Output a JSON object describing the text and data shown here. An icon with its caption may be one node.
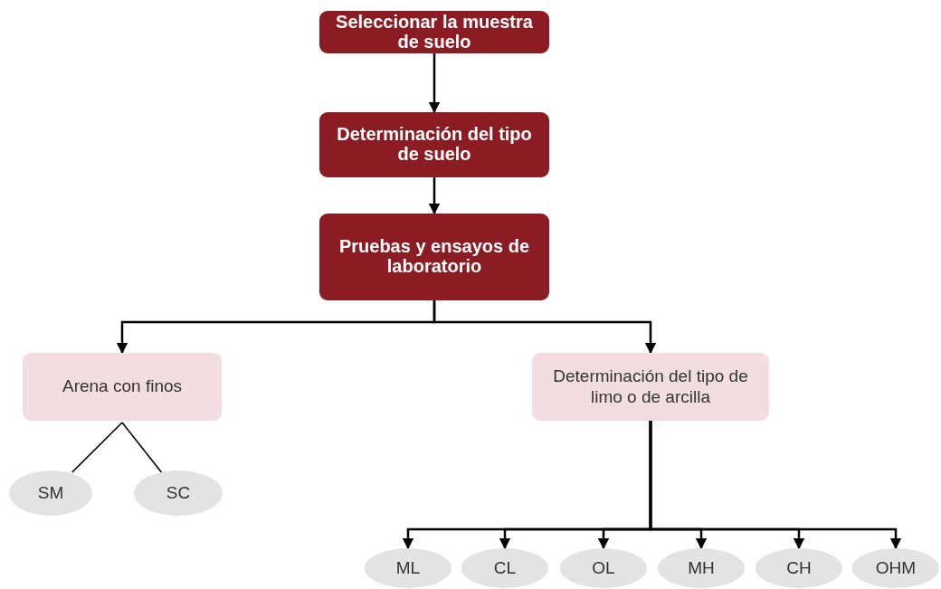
{
  "diagram": {
    "nodes": [
      {
        "text": [
          "Seleccionar la muestra de suelo"
        ]
      },
      {
        "text": [
          "Determinación del tipo de suelo"
        ]
      },
      {
        "text": [
          "Pruebas y ensayos de laboratorio"
        ]
      },
      {
        "text": [
          "Arena con finos"
        ]
      },
      {
        "text": [
          "Determinación del tipo de limo o de arcilla"
        ]
      },
      {
        "text": [
          "SM"
        ]
      },
      {
        "text": [
          "SC"
        ]
      },
      {
        "text": [
          "ML"
        ]
      },
      {
        "text": [
          "CL"
        ]
      },
      {
        "text": [
          "OL"
        ]
      },
      {
        "text": [
          "MH"
        ]
      },
      {
        "text": [
          "CH"
        ]
      },
      {
        "text": [
          "OHM"
        ]
      }
    ],
    "edges": [
      {
        "from": 0,
        "to": 1,
        "arrow": "to"
      },
      {
        "from": 1,
        "to": 2,
        "arrow": "to"
      },
      {
        "from": 2,
        "to": 3,
        "arrow": "to"
      },
      {
        "from": 2,
        "to": 4,
        "arrow": "to"
      },
      {
        "from": 3,
        "to": 5,
        "arrow": "none"
      },
      {
        "from": 3,
        "to": 6,
        "arrow": "none"
      },
      {
        "from": 4,
        "to": 7,
        "arrow": "to"
      },
      {
        "from": 4,
        "to": 8,
        "arrow": "to"
      },
      {
        "from": 4,
        "to": 9,
        "arrow": "to"
      },
      {
        "from": 4,
        "to": 10,
        "arrow": "to"
      },
      {
        "from": 4,
        "to": 11,
        "arrow": "to"
      },
      {
        "from": 4,
        "to": 12,
        "arrow": "to"
      }
    ]
  }
}
